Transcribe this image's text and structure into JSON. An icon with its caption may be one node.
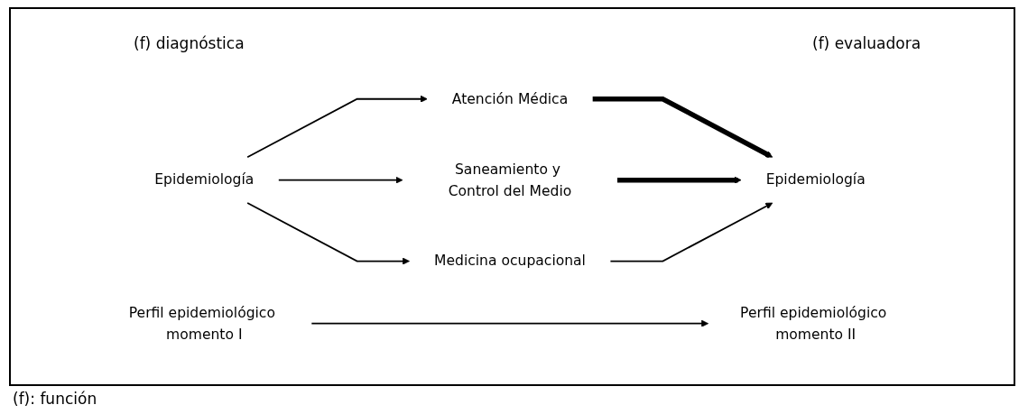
{
  "diagram": {
    "nodes": [
      {
        "text": [
          "Epidemiología"
        ]
      },
      {
        "text": [
          "Atención Médica"
        ]
      },
      {
        "text": [
          "Saneamiento y Control del Medio"
        ]
      },
      {
        "text": [
          "Medicina ocupacional"
        ]
      },
      {
        "text": [
          "Epidemiología"
        ]
      },
      {
        "text": [
          "Perfil epidemiológico momento I"
        ]
      },
      {
        "text": [
          "Perfil epidemiológico momento II"
        ]
      }
    ],
    "edges": [
      {
        "from": 0,
        "to": 1,
        "arrow": "to"
      },
      {
        "from": 0,
        "to": 2,
        "arrow": "to"
      },
      {
        "from": 0,
        "to": 3,
        "arrow": "to"
      },
      {
        "from": 1,
        "to": 4,
        "arrow": "to",
        "style": "thick"
      },
      {
        "from": 2,
        "to": 4,
        "arrow": "to",
        "style": "thick"
      },
      {
        "from": 3,
        "to": 4,
        "arrow": "to"
      },
      {
        "from": 5,
        "to": 6,
        "arrow": "to"
      }
    ],
    "labels": [
      "(f) diagnóstica",
      "(f) evaluadora",
      "(f): función"
    ]
  }
}
